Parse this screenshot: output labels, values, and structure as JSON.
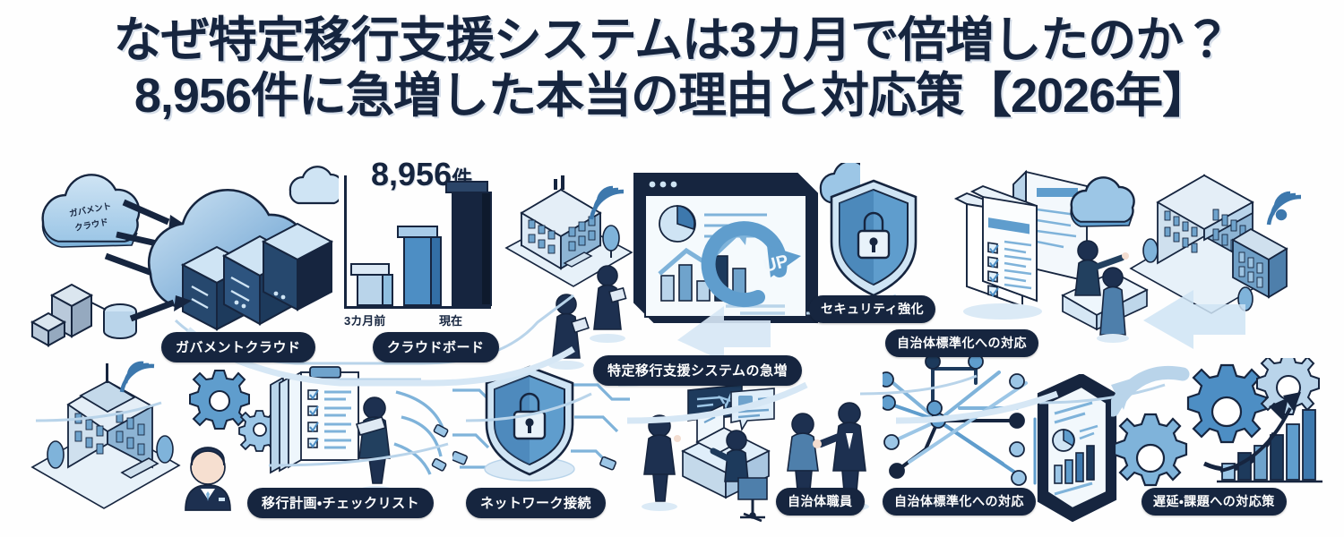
{
  "banner": {
    "background_color": "#ffffff",
    "title_color": "#16253f",
    "accent_navy": "#16253f",
    "accent_blue": "#3d78ad",
    "accent_light_blue": "#8fbfe0",
    "accent_pale_blue": "#d6e7f5",
    "title_lines": [
      "なぜ特定移行支援システムは3カ月で倍増したのか？",
      "8,956件に急増した本当の理由と対応策【2026年】"
    ]
  },
  "chart_data": {
    "type": "bar",
    "title": "8,956件",
    "value_label": "8,956",
    "value_unit": "件",
    "categories": [
      "3カ月前",
      "",
      "現在"
    ],
    "tick_labels": [
      "3カ月前",
      "現在"
    ],
    "values": [
      2300,
      4478,
      8956
    ],
    "bar_colors": [
      "#b9d4ea",
      "#4d8ec4",
      "#16253f"
    ],
    "xlabel": "",
    "ylabel": "",
    "ylim": [
      0,
      10000
    ],
    "grid": false,
    "legend": "none",
    "caption": "クラウドボード"
  },
  "cloud_badge": {
    "line1": "ガバメント",
    "line2": "クラウド"
  },
  "dashboard": {
    "up_label": "UP"
  },
  "labels": {
    "government_cloud": "ガバメントクラウド",
    "cloud_board": "クラウドボード",
    "migration_checklist": "移行計画・チェックリスト",
    "network_connection": "ネットワーク接続",
    "system_surge": "特定移行支援システムの急増",
    "security_strengthening": "セキュリティ強化",
    "standardization_top": "自治体標準化への対応",
    "municipal_staff": "自治体職員",
    "standardization_bottom": "自治体標準化への対応",
    "delay_countermeasures": "遅延・課題への対応策"
  }
}
